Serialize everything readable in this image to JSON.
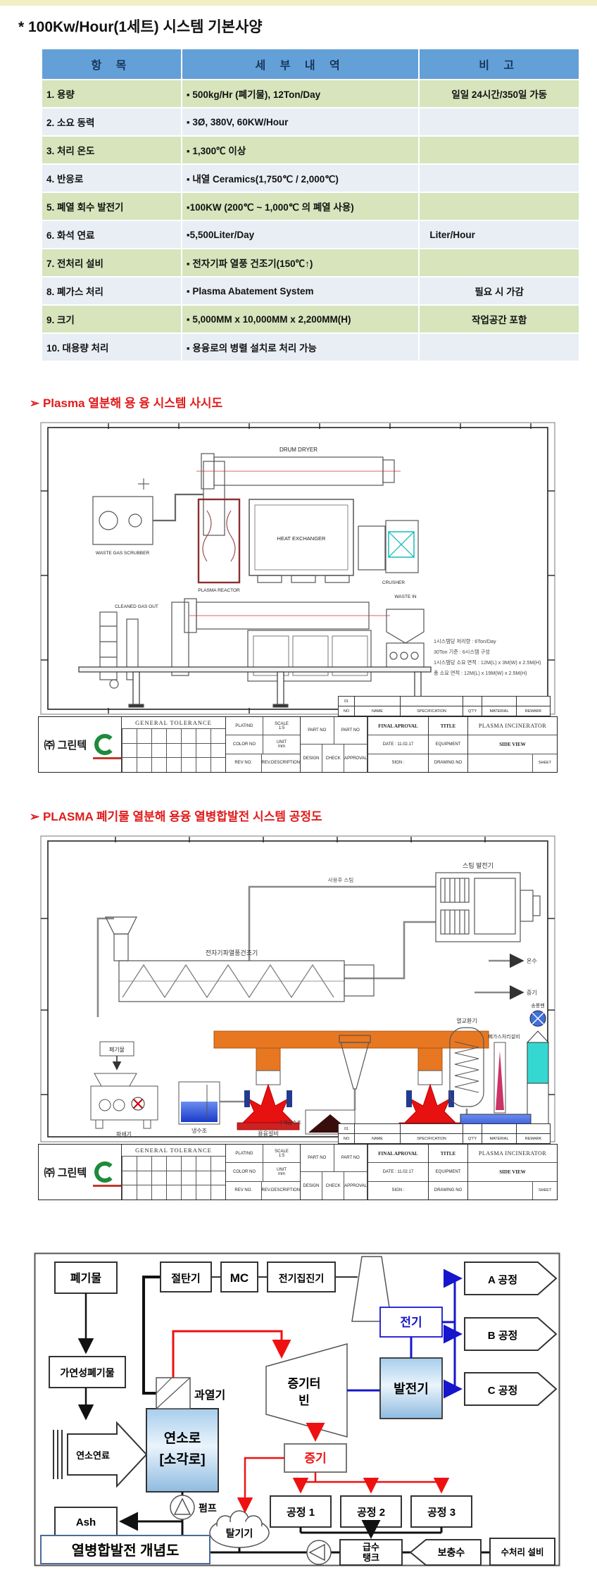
{
  "page": {
    "title": "* 100Kw/Hour(1세트) 시스템 기본사양"
  },
  "colors": {
    "top_band": "#f3efc4",
    "table_header_blue": "#64a0d8",
    "table_header_text": "#17365d",
    "row_green": "#d7e4bc",
    "row_blue_gray": "#e9eef5",
    "heading_red": "#e01b1b",
    "pipe_red": "#ee1111",
    "pipe_blue": "#1616cc",
    "box_gradient_blue": "#a7cdec",
    "logo_green": "#1e8a3c",
    "flame_orange": "#e87722",
    "water_blue": "#2a52d8",
    "scrubber_cyan": "#35d8d0"
  },
  "spec_table": {
    "headers": [
      "항  목",
      "세  부  내  역",
      "비  고"
    ],
    "rows": [
      {
        "item": "1. 용량",
        "detail": "▪ 500kg/Hr (폐기물), 12Ton/Day",
        "note": "일일 24시간/350일 가동"
      },
      {
        "item": "2. 소요 동력",
        "detail": "▪ 3Ø, 380V, 60KW/Hour",
        "note": ""
      },
      {
        "item": "3. 처리 온도",
        "detail": "▪ 1,300℃ 이상",
        "note": ""
      },
      {
        "item": "4. 반응로",
        "detail": "▪ 내열 Ceramics(1,750℃ / 2,000℃)",
        "note": ""
      },
      {
        "item": "5. 폐열 회수 발전기",
        "detail": "▪100KW (200℃ ~ 1,000℃ 의 폐열 사용)",
        "note": ""
      },
      {
        "item": "6. 화석 연료",
        "detail": "▪5,500Liter/Day",
        "note": "Liter/Hour"
      },
      {
        "item": "7. 전처리 설비",
        "detail": "▪ 전자기파 열풍 건조기(150℃↑)",
        "note": ""
      },
      {
        "item": "8. 폐가스 처리",
        "detail": "▪ Plasma Abatement System",
        "note": "필요 시 가감"
      },
      {
        "item": "9. 크기",
        "detail": "▪ 5,000MM x 10,000MM x 2,200MM(H)",
        "note": "작업공간 포함"
      },
      {
        "item": "10. 대용량 처리",
        "detail": "▪ 용융로의 병렬 설치로 처리 가능",
        "note": ""
      }
    ]
  },
  "section1": {
    "heading": "➢ Plasma 열분해 용 융 시스템 사시도"
  },
  "section2": {
    "heading": "➢ PLASMA 폐기물 열분해 용융 열병합발전 시스템 공정도"
  },
  "figure1": {
    "labels": {
      "drum_dryer": "DRUM DRYER",
      "scrubber": "WASTE GAS SCRUBBER",
      "reactor": "PLASMA REACTOR",
      "heat_exchanger": "HEAT EXCHANGER",
      "crusher": "CRUSHER",
      "cleaned_gas": "CLEANED GAS OUT",
      "waste_in": "WASTE IN"
    },
    "notes": [
      "1시스템당 처리량 : 6Ton/Day",
      "30Ton 기준 : 6시스템 구성",
      "1시스템당 소요 면적 : 12M(L) x 3M(W) x 2.5M(H)",
      "총 소요 면적 : 12M(L) x 19M(W) x 2.5M(H)"
    ]
  },
  "figure2": {
    "labels": {
      "dryer": "전자기파열풍건조기",
      "generator": "스팀 발전기",
      "steam_used": "사용후 스팀",
      "hot_water": "온수",
      "steam_out": "증기",
      "melting": "용융설비",
      "shredder": "파쇄기",
      "water_tank": "냉수조",
      "heat_exchanger": "열교환기",
      "gas_treatment": "폐가스처리설비",
      "fan": "송풍팬",
      "slag_tank": "수재급수조",
      "waste": "폐기물"
    }
  },
  "title_block": {
    "company": "㈜ 그린텍",
    "tolerance": "GENERAL TOLERANCE",
    "plating": "PLATING",
    "scale": "SCALE",
    "scale_val": "1:5",
    "color_no": "COLOR NO",
    "unit": "UNIT",
    "unit_val": "mm",
    "rev_no": "REV NO.",
    "rev_desc": "REV.DESCRIPTION",
    "part_no": "PART NO",
    "design": "DESIGN",
    "check": "CHECK",
    "approval": "APPROVAL",
    "parts_first": "01",
    "ph_no": "NO",
    "ph_name": "NAME",
    "ph_spec": "SPECIFICATION",
    "ph_qty": "Q'TY",
    "ph_material": "MATERIAL",
    "ph_remark": "REMARK",
    "final_approval": "FINAL APROVAL",
    "date": "DATE : 11.02.17",
    "sign": "SIGN :",
    "title_label": "TITLE",
    "equipment_label": "EQUIPMENT",
    "drawing_label": "DRAWING NO",
    "product": "PLASMA INCINERATOR",
    "view": "SIDE VIEW",
    "sheet": "SHEET"
  },
  "concept": {
    "title": "열병합발전 개념도",
    "nodes": {
      "waste": "폐기물",
      "combustible": "가연성폐기물",
      "fuel": "연소연료",
      "furnace_l1": "연소로",
      "furnace_l2": "[소각로]",
      "economizer": "절탄기",
      "mc": "MC",
      "precipitator": "전기집진기",
      "superheater": "과열기",
      "turbine_l1": "증기터",
      "turbine_l2": "빈",
      "electricity": "전기",
      "generator": "발전기",
      "proc_a": "A 공정",
      "proc_b": "B 공정",
      "proc_c": "C 공정",
      "steam": "증기",
      "pump": "펌프",
      "ash": "Ash",
      "deaerator": "탈기기",
      "p1": "공정 1",
      "p2": "공정 2",
      "p3": "공정 3",
      "tank_l1": "급수",
      "tank_l2": "탱크",
      "makeup": "보충수",
      "water_treatment": "수처리 설비"
    }
  }
}
